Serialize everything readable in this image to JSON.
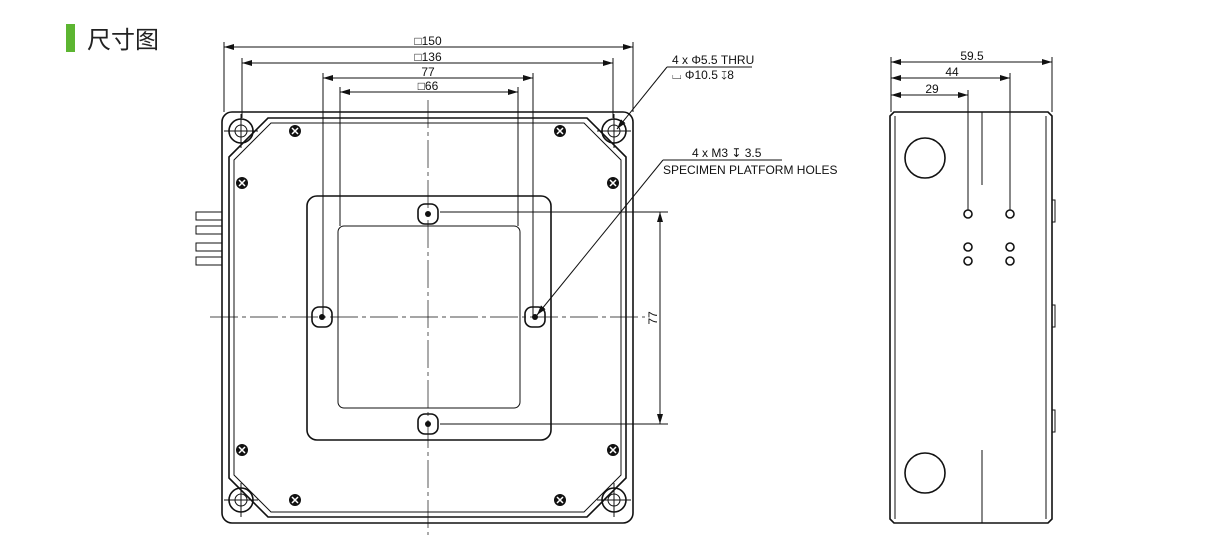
{
  "header": {
    "title": "尺寸图",
    "accent_color": "#5cb531"
  },
  "front_view": {
    "dimensions": {
      "outer": "□150",
      "mount": "□136",
      "holes_span": "77",
      "window": "□66",
      "vertical": "77"
    },
    "callouts": {
      "mount_holes_line1": "4 x Φ5.5 THRU",
      "mount_holes_line2": "⌴ Φ10.5 ↧8",
      "platform_line1": "4 x  M3 ↧ 3.5",
      "platform_line2": "SPECIMEN PLATFORM HOLES"
    }
  },
  "side_view": {
    "dimensions": {
      "total": "59.5",
      "d44": "44",
      "d29": "29"
    }
  }
}
